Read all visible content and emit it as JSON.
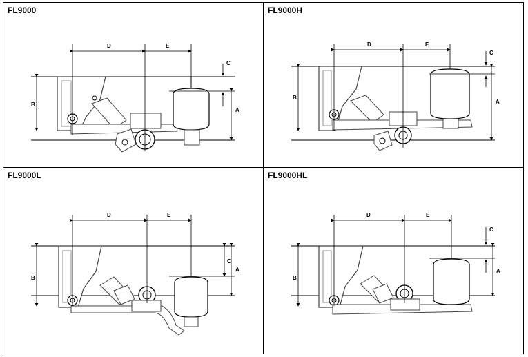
{
  "panels": [
    {
      "title": "FL9000",
      "labels": {
        "a": "A",
        "b": "B",
        "c": "C",
        "d": "D",
        "e": "E"
      }
    },
    {
      "title": "FL9000H",
      "labels": {
        "a": "A",
        "b": "B",
        "c": "C",
        "d": "D",
        "e": "E"
      }
    },
    {
      "title": "FL9000L",
      "labels": {
        "a": "A",
        "b": "B",
        "c": "C",
        "d": "D",
        "e": "E"
      }
    },
    {
      "title": "FL9000HL",
      "labels": {
        "a": "A",
        "b": "B",
        "c": "C",
        "d": "D",
        "e": "E"
      }
    }
  ]
}
